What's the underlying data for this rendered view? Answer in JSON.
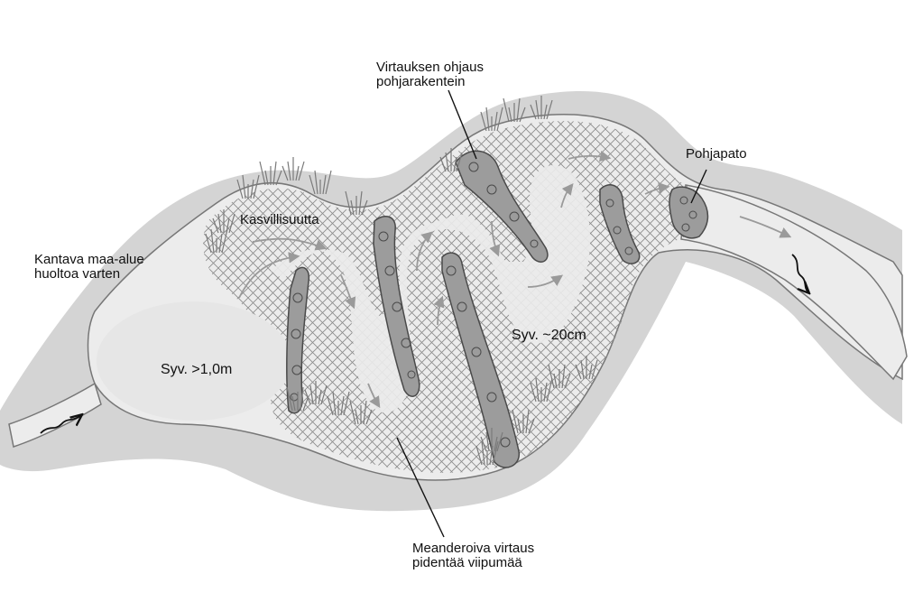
{
  "labels": {
    "flow_guidance": [
      "Virtauksen ohjaus",
      "pohjarakentein"
    ],
    "bottom_dam": "Pohjapato",
    "vegetation": "Kasvillisuutta",
    "maintenance_area": [
      "Kantava maa-alue",
      "huoltoa varten"
    ],
    "deep_zone": "Syv. >1,0m",
    "shallow_zone": "Syv. ~20cm",
    "meander": [
      "Meanderoiva virtaus",
      "pidentää viipumää"
    ]
  },
  "colors": {
    "bank": "#d4d4d4",
    "water": "#ececec",
    "deep_pool": "#e8e8e8",
    "outline": "#777777",
    "hatch": "#8a8a8a",
    "stone": "#9c9c9c",
    "stone_edge": "#4a4a4a",
    "arrow": "#9a9a9a",
    "grass": "#7a7a7a",
    "leader": "#111111"
  }
}
